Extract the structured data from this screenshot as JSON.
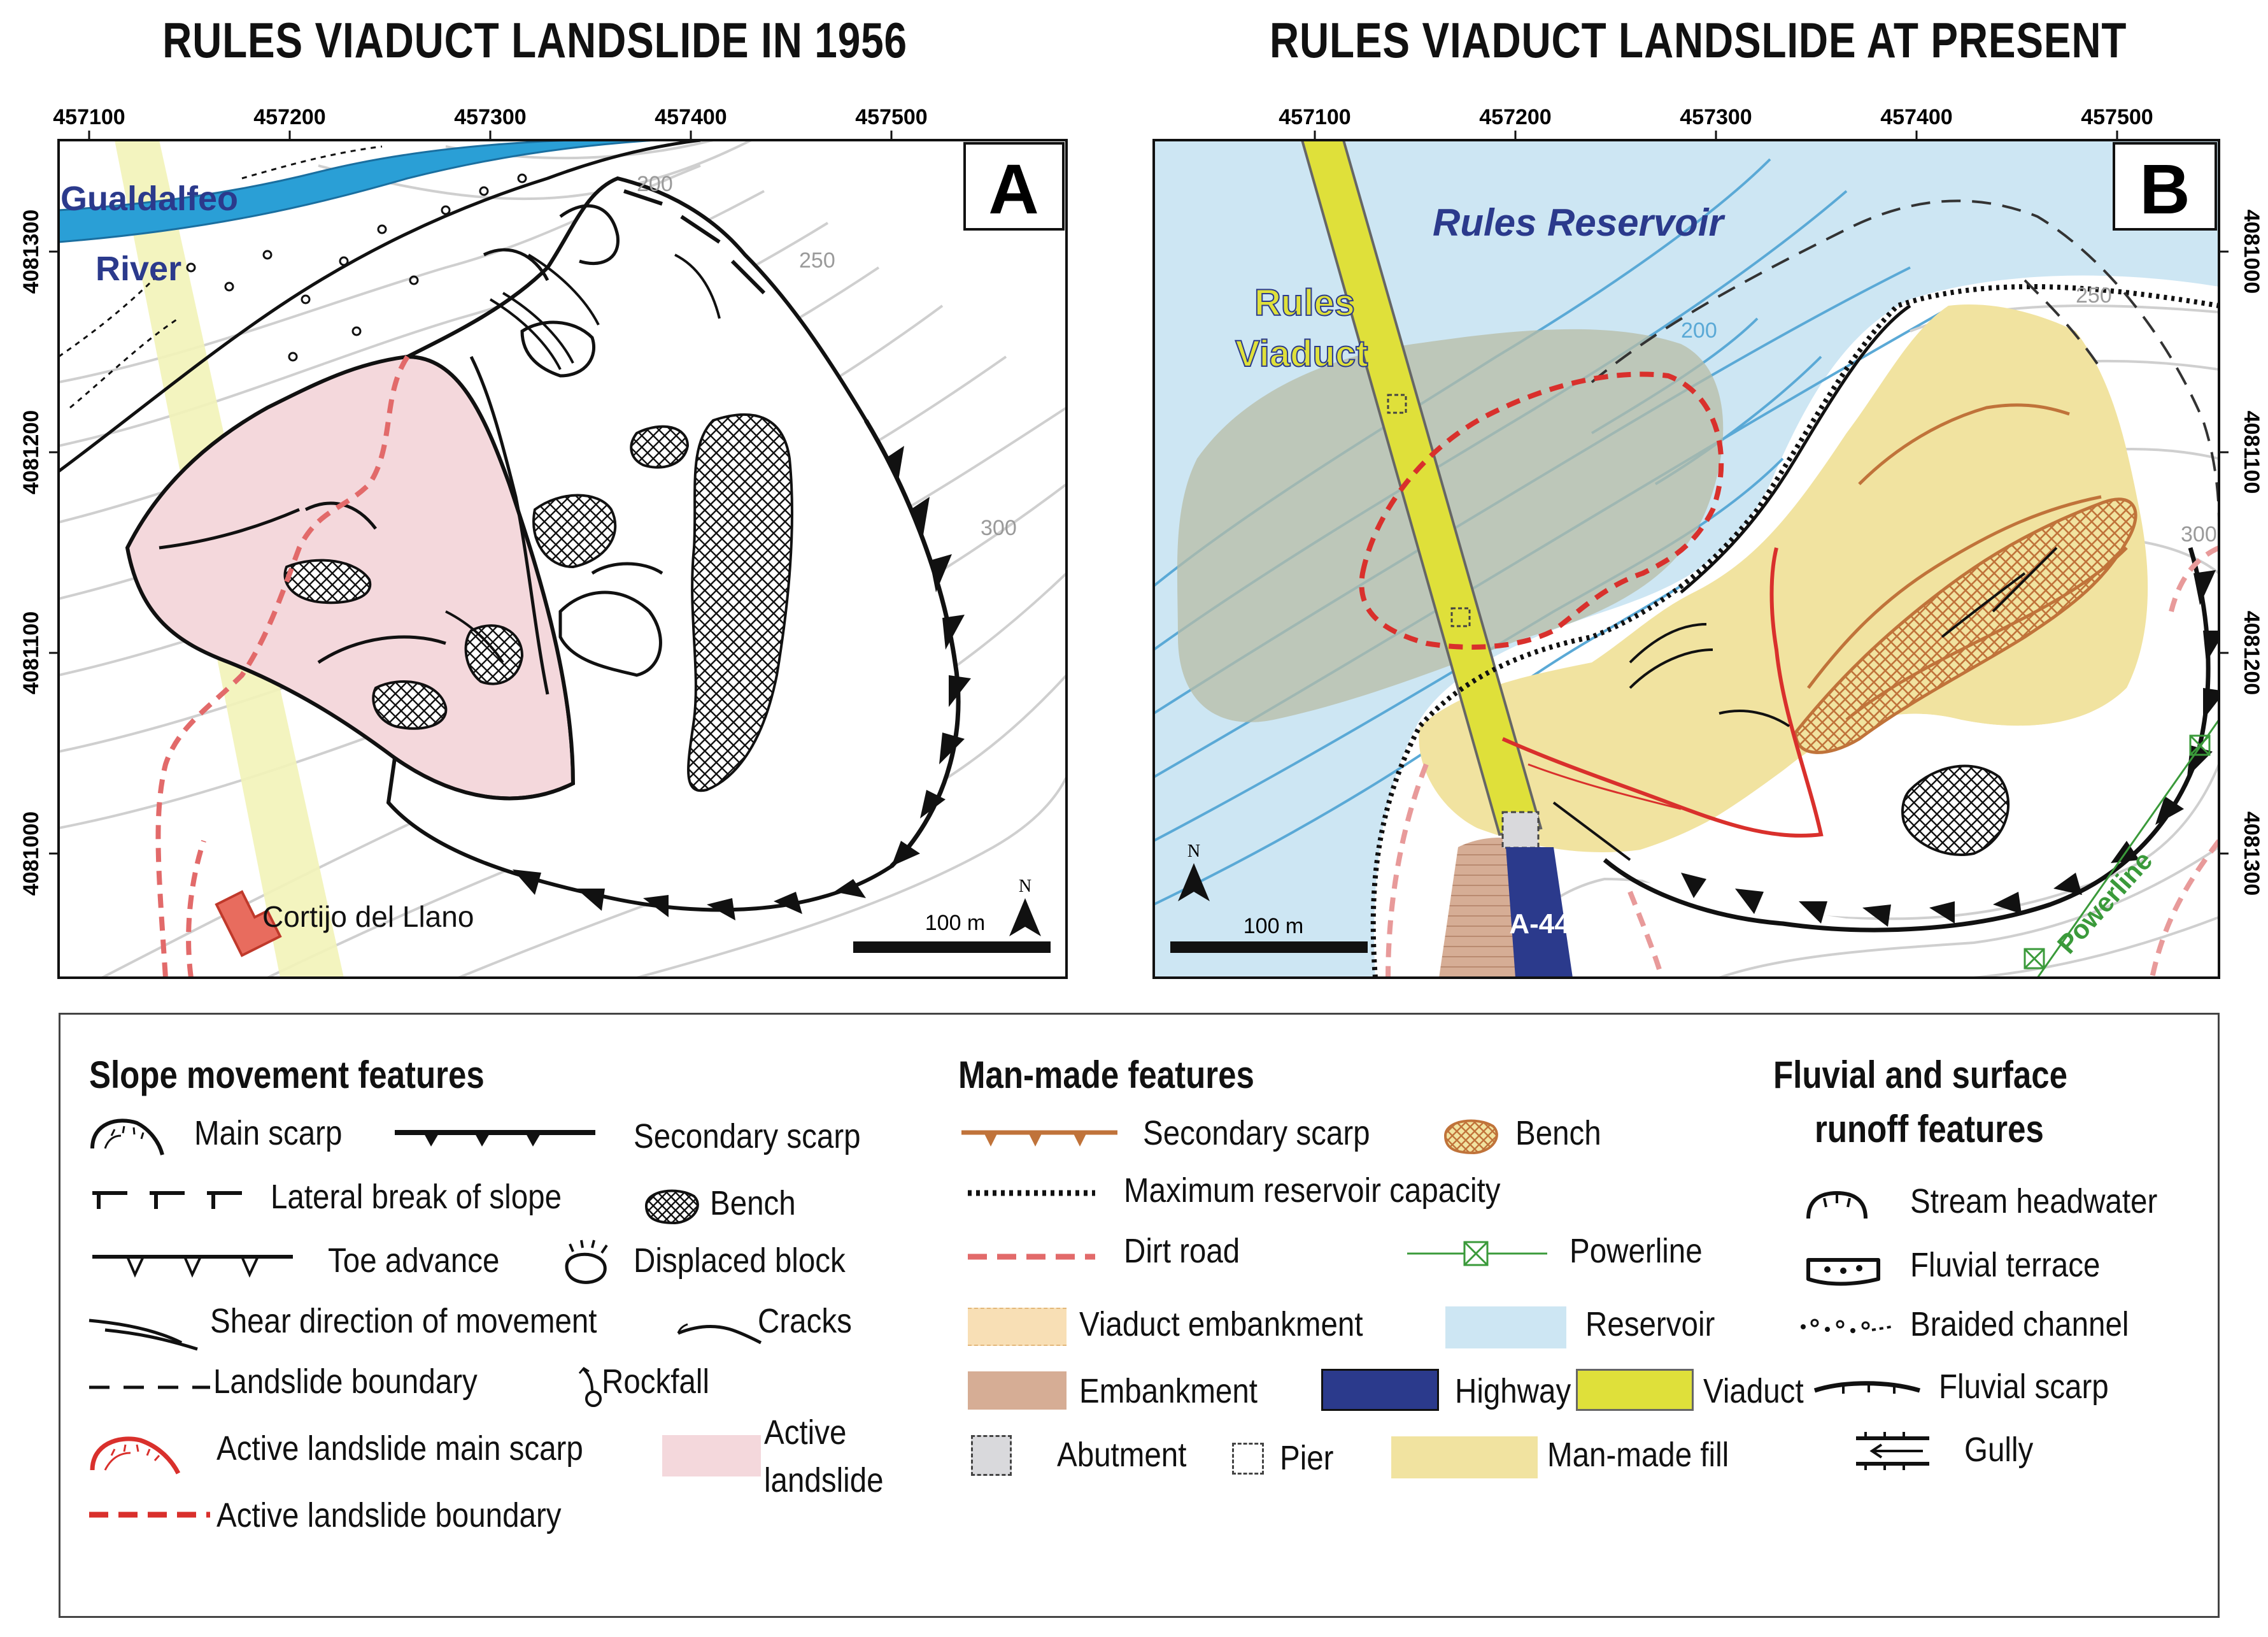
{
  "panels": {
    "a": {
      "title": "RULES VIADUCT LANDSLIDE IN 1956",
      "letter": "A",
      "x_ticks": [
        "457100",
        "457200",
        "457300",
        "457400",
        "457500"
      ],
      "y_ticks": [
        "4081300",
        "4081200",
        "4081100",
        "4081000"
      ],
      "labels": {
        "river_1": "Gualdalfeo",
        "river_2": "River",
        "farmhouse": "Cortijo del Llano",
        "contour_200": "200",
        "contour_250": "250",
        "contour_300": "300"
      },
      "scale_label": "100 m",
      "north_label": "N"
    },
    "b": {
      "title": "RULES VIADUCT LANDSLIDE AT PRESENT",
      "letter": "B",
      "x_ticks": [
        "457100",
        "457200",
        "457300",
        "457400",
        "457500"
      ],
      "y_ticks": [
        "4081000",
        "4081100",
        "4081200",
        "4081300"
      ],
      "labels": {
        "reservoir": "Rules Reservoir",
        "viaduct_1": "Rules",
        "viaduct_2": "Viaduct",
        "highway": "A-44",
        "powerline": "Powerline",
        "contour_200": "200",
        "contour_250": "250",
        "contour_300": "300"
      },
      "scale_label": "100 m",
      "north_label": "N"
    }
  },
  "legend": {
    "slope": {
      "heading": "Slope movement features",
      "main_scarp": "Main scarp",
      "secondary_scarp": "Secondary scarp",
      "lateral_break": "Lateral break of slope",
      "bench": "Bench",
      "toe_advance": "Toe advance",
      "displaced_block": "Displaced block",
      "shear_direction": "Shear direction of movement",
      "cracks": "Cracks",
      "landslide_boundary": "Landslide boundary",
      "rockfall": "Rockfall",
      "active_main_scarp": "Active landslide main scarp",
      "active_landslide_1": "Active",
      "active_landslide_2": "landslide",
      "active_boundary": "Active landslide boundary"
    },
    "manmade": {
      "heading": "Man-made features",
      "secondary_scarp": "Secondary scarp",
      "bench": "Bench",
      "max_reservoir": "Maximum reservoir capacity",
      "dirt_road": "Dirt road",
      "powerline": "Powerline",
      "viaduct_embankment": "Viaduct embankment",
      "reservoir": "Reservoir",
      "embankment": "Embankment",
      "highway": "Highway",
      "viaduct": "Viaduct",
      "abutment": "Abutment",
      "pier": "Pier",
      "manmade_fill": "Man-made fill"
    },
    "fluvial": {
      "heading_1": "Fluvial and surface",
      "heading_2": "runoff features",
      "stream_headwater": "Stream headwater",
      "fluvial_terrace": "Fluvial terrace",
      "braided_channel": "Braided channel",
      "fluvial_scarp": "Fluvial scarp",
      "gully": "Gully"
    }
  },
  "colors": {
    "river": "#2a9fd6",
    "reservoir": "#cde6f3",
    "active_landslide": "#f4d8dc",
    "viaduct": "#dfe03a",
    "viaduct_band_1956": "#f2f3b8",
    "highway": "#2b3a8c",
    "embankment": "#d6ad95",
    "manmade_fill": "#f1e3a0",
    "old_landslide_overlay": "#b7bca5",
    "red": "#d9302c",
    "brown": "#c0733a",
    "powerline": "#3a9a3a",
    "label_blue": "#2b3a8c"
  }
}
